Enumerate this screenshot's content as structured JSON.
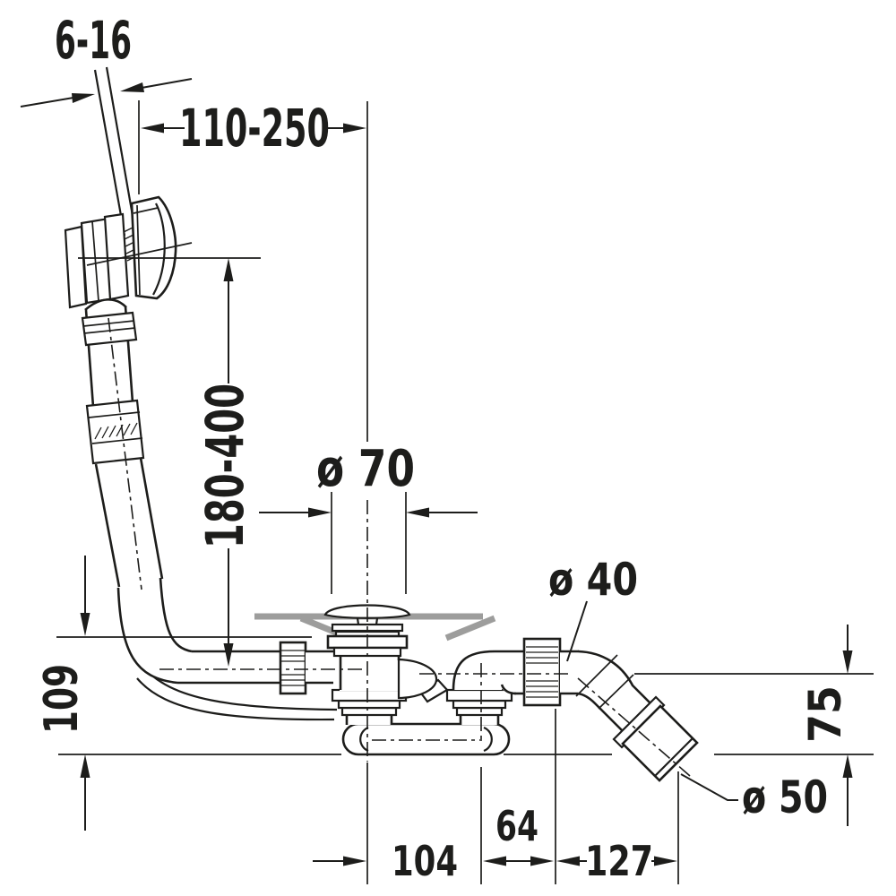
{
  "diagram": {
    "type": "technical-dimension-drawing",
    "subject": "Bathtub waste, overflow set and trap - side elevation with installation dimensions",
    "units": "mm",
    "colors": {
      "line": "#1d1d1b",
      "tub_surface": "#9d9d9c",
      "background": "#ffffff"
    },
    "dimensions": {
      "panel_thickness_range": "6-16",
      "horizontal_adjust_range": "110-250",
      "vertical_adjust_range": "180-400",
      "flange_diameter": "ø 70",
      "outlet_pipe_diameter": "ø 40",
      "socket_diameter": "ø 50",
      "trap_depth_below_tub": "109",
      "outlet_height": "75",
      "trap_base_width": "104",
      "riser_to_union_offset": "64",
      "union_to_socket_offset": "127"
    }
  }
}
